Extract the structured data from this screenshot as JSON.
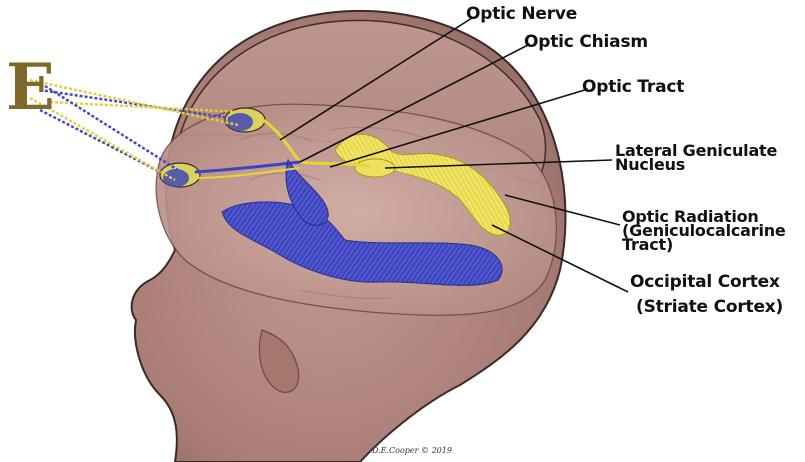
{
  "labels": {
    "optic_nerve": "Optic Nerve",
    "optic_chiasm": "Optic Chiasm",
    "optic_tract": "Optic Tract",
    "lgn_line1": "Lateral Geniculate",
    "lgn_line2": "Nucleus",
    "radiation_line1": "Optic Radiation",
    "radiation_line2": "(Geniculocalcarine",
    "radiation_line3": "Tract)",
    "occipital_line1": "Occipital Cortex",
    "occipital_line2": "(Striate Cortex)"
  },
  "stimulus_letter": "E",
  "signature": "D.E.Cooper © 2019",
  "colors": {
    "skin": "#b58a82",
    "skin_shadow": "#9a6f68",
    "brain": "#c9a39b",
    "left_pathway_blue": "#3e43b8",
    "right_pathway_yellow": "#e8d630",
    "outline": "#3a2a28",
    "leader_line": "#111111"
  }
}
